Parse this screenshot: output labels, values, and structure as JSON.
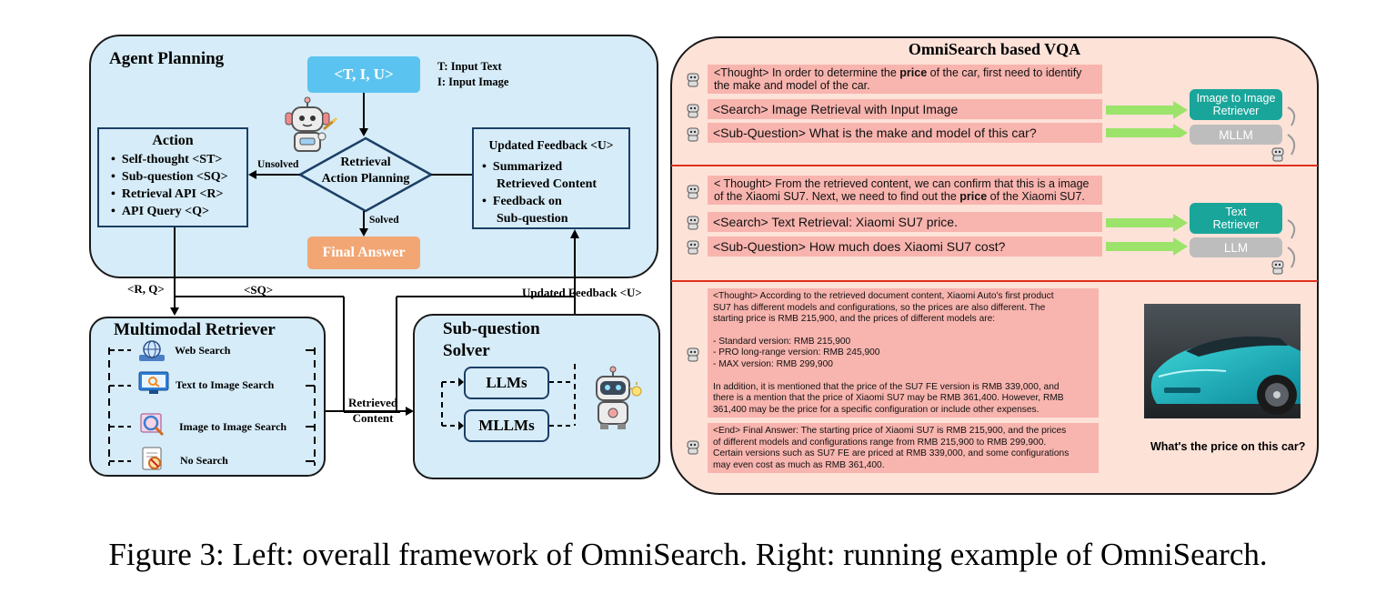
{
  "left": {
    "agent_planning": {
      "title": "Agent Planning",
      "input_box": "<T, I, U>",
      "legend_t": "T: Input Text",
      "legend_i": "I: Input Image",
      "decision_line1": "Retrieval",
      "decision_line2": "Action Planning",
      "unsolved": "Unsolved",
      "solved": "Solved",
      "final_answer": "Final Answer",
      "action": {
        "title": "Action",
        "items": [
          "Self-thought <ST>",
          "Sub-question <SQ>",
          "Retrieval API <R>",
          "API Query <Q>"
        ]
      },
      "feedback": {
        "title": "Updated Feedback <U>",
        "items": [
          "Summarized",
          "Retrieved Content",
          "Feedback on",
          "Sub-question"
        ]
      }
    },
    "edge_rq": "<R, Q>",
    "edge_sq": "<SQ>",
    "edge_feedback": "Updated Feedback <U>",
    "edge_retrieved_1": "Retrieved",
    "edge_retrieved_2": "Content",
    "retriever": {
      "title": "Multimodal Retriever",
      "items": [
        "Web Search",
        "Text to Image Search",
        "Image to Image Search",
        "No Search"
      ]
    },
    "solver": {
      "title_1": "Sub-question",
      "title_2": "Solver",
      "llms": "LLMs",
      "mllms": "MLLMs"
    }
  },
  "right": {
    "title": "OmniSearch based VQA",
    "s1": {
      "thought_pre": "<Thought> In order to determine the ",
      "thought_bold": "price",
      "thought_post1": " of the car, first need to identify",
      "thought_line2": "the make and model of the car.",
      "search": "<Search> Image Retrieval with Input Image",
      "subq": "<Sub-Question> What is the make and model of this car?",
      "tool1_l1": "Image to Image",
      "tool1_l2": "Retriever",
      "tool2": "MLLM"
    },
    "s2": {
      "thought_line1": "< Thought> From the retrieved content, we can confirm that this is a image",
      "thought_pre2": "of the Xiaomi SU7. Next, we need to find out the ",
      "thought_bold": "price",
      "thought_post2": " of the Xiaomi SU7.",
      "search": "<Search> Text Retrieval: Xiaomi SU7 price.",
      "subq": "<Sub-Question> How much does Xiaomi SU7 cost?",
      "tool1_l1": "Text",
      "tool1_l2": "Retriever",
      "tool2": "LLM"
    },
    "s3": {
      "thought_lines": [
        "<Thought> According to the retrieved document content, Xiaomi Auto's first product",
        "SU7 has different models and configurations, so the prices are also different. The",
        "starting price is RMB 215,900, and the prices of different models are:",
        "",
        "- Standard version: RMB 215,900",
        "- PRO long-range version: RMB 245,900",
        "- MAX version: RMB 299,900",
        "",
        "In addition, it is mentioned that the price of the SU7 FE version is RMB 339,000, and",
        "there is a mention that the price of Xiaomi SU7 may be RMB 361,400. However, RMB",
        "361,400 may be the price for a specific configuration or include other expenses."
      ],
      "end_lines": [
        "<End> Final Answer: The starting price of Xiaomi SU7 is RMB 215,900, and the prices",
        "of different models and configurations range from RMB 215,900 to RMB 299,900.",
        "Certain versions such as SU7 FE are priced at RMB 339,000, and some configurations",
        "may even cost as much as RMB 361,400."
      ],
      "question": "What's the price on this car?"
    }
  },
  "caption": "Figure 3: Left: overall framework of OmniSearch. Right: running example of OmniSearch.",
  "colors": {
    "panel_blue": "#d6ecf8",
    "panel_salmon": "#fde2d8",
    "bubble": "#f8b4ae",
    "teal": "#1aa59a",
    "gray_tool": "#bdbdbd",
    "arrow_green": "#9be36a",
    "final_answer": "#f2a673",
    "input_box": "#5bc3f0",
    "red_divider": "#e0301e"
  },
  "icons": [
    "robot-icon",
    "globe-icon",
    "monitor-search-icon",
    "image-search-icon",
    "no-search-icon",
    "car-photo"
  ]
}
